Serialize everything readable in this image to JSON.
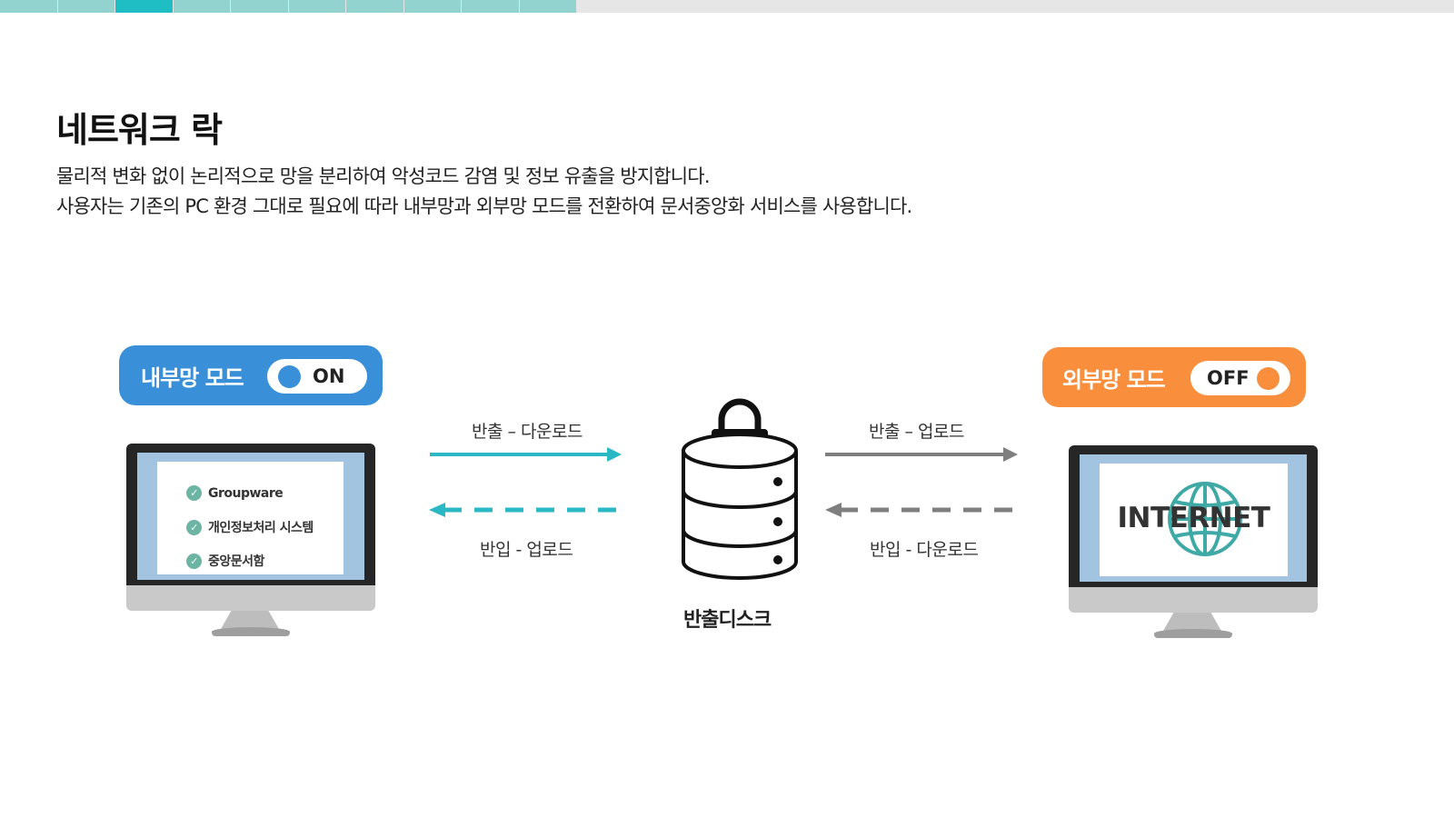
{
  "progress": {
    "total_segments": 10,
    "active_segment": 3
  },
  "title": "네트워크 락",
  "description": {
    "line1": "물리적 변화 없이 논리적으로 망을 분리하여 악성코드 감염 및 정보 유출을 방지합니다.",
    "line2": "사용자는 기존의 PC 환경 그대로 필요에 따라 내부망과 외부망 모드를 전환하여 문서중앙화 서비스를 사용합니다."
  },
  "internal_mode": {
    "label": "내부망 모드",
    "toggle": "ON",
    "color": "#3a90d8",
    "systems": [
      "Groupware",
      "개인정보처리 시스템",
      "중앙문서함"
    ]
  },
  "external_mode": {
    "label": "외부망 모드",
    "toggle": "OFF",
    "color": "#f98f3c",
    "screen_text": "INTERNET"
  },
  "flows": {
    "left_top": "반출 – 다운로드",
    "left_bottom": "반입 - 업로드",
    "right_top": "반출 – 업로드",
    "right_bottom": "반입 - 다운로드"
  },
  "disk": {
    "label": "반출디스크"
  },
  "colors": {
    "teal": "#29b8c4",
    "gray": "#7f7f7f"
  }
}
